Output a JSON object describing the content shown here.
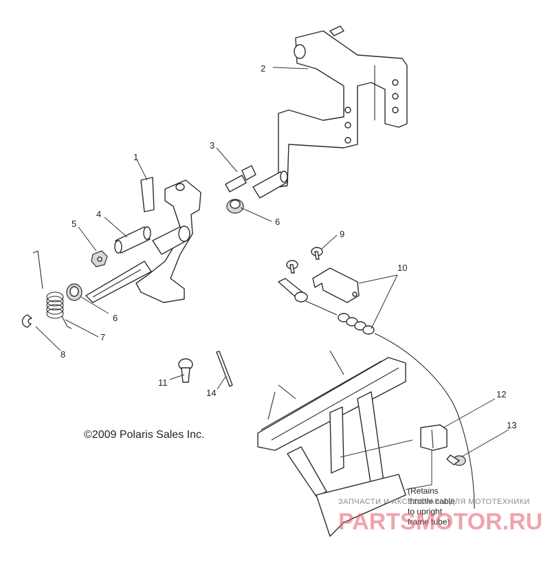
{
  "callouts": [
    "1",
    "2",
    "3",
    "4",
    "5",
    "6",
    "6",
    "7",
    "8",
    "9",
    "10",
    "11",
    "12",
    "13",
    "14"
  ],
  "copyright": "©2009 Polaris Sales Inc.",
  "note_lines": [
    "(Retains",
    "throttle cable",
    "to upright",
    "frame tube)"
  ],
  "watermark": {
    "small": "ЗАПЧАСТИ И АКСЕССУАРЫ ДЛЯ МОТОТЕХНИКИ",
    "big": "PARTSMOTOR.RU",
    "color": "#e55a6a"
  }
}
